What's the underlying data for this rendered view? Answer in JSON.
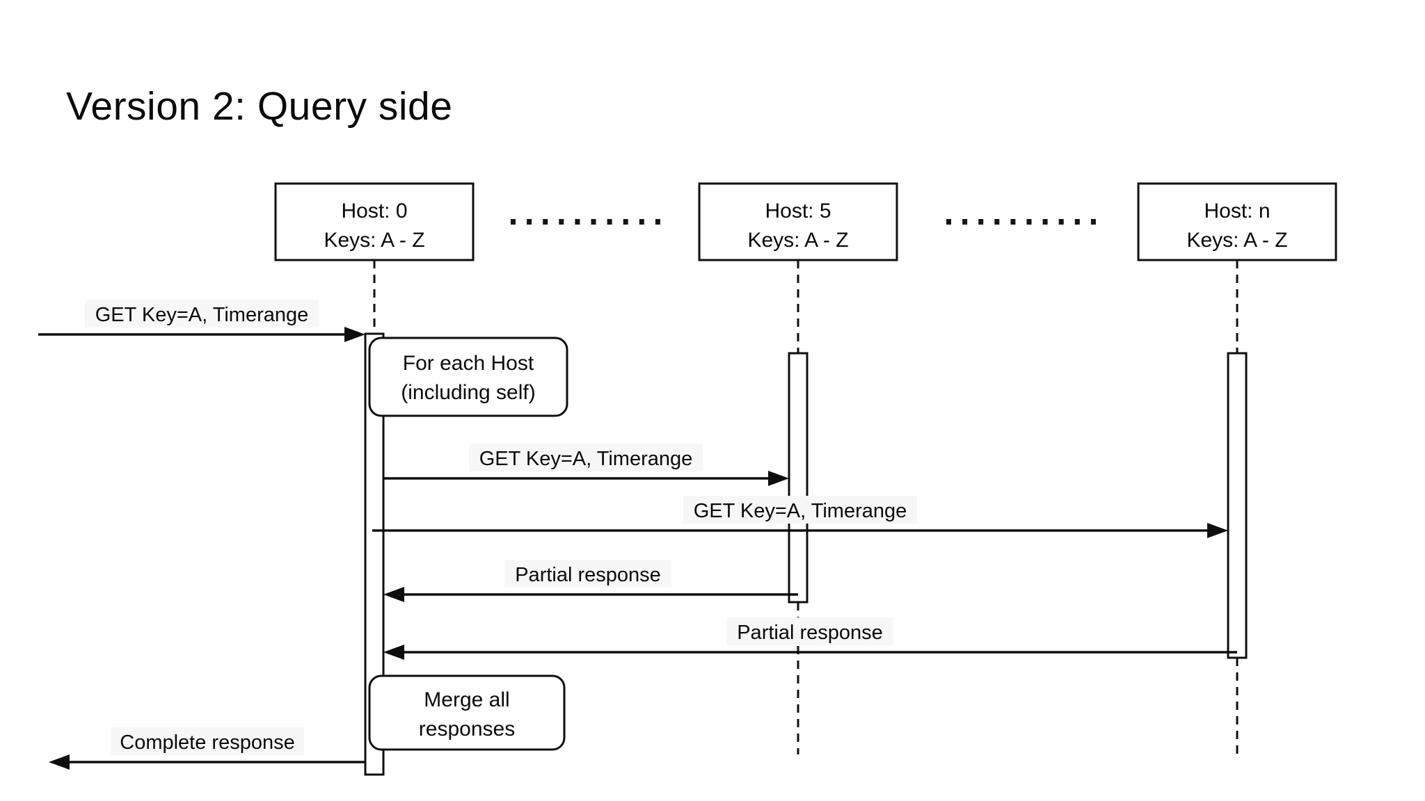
{
  "title": "Version 2: Query side",
  "colors": {
    "ink": "#0e0e0e",
    "background": "#ffffff",
    "label_background": "#f7f7f7"
  },
  "hosts": [
    {
      "line1": "Host: 0",
      "line2": "Keys: A - Z"
    },
    {
      "line1": "Host: 5",
      "line2": "Keys: A - Z"
    },
    {
      "line1": "Host: n",
      "line2": "Keys: A - Z"
    }
  ],
  "messages": [
    {
      "label": "GET Key=A, Timerange",
      "from": "client",
      "to": "Host 0",
      "direction": "right"
    },
    {
      "label": "GET Key=A, Timerange",
      "from": "Host 0",
      "to": "Host 5",
      "direction": "right"
    },
    {
      "label": "GET Key=A, Timerange",
      "from": "Host 0",
      "to": "Host n",
      "direction": "right"
    },
    {
      "label": "Partial response",
      "from": "Host 5",
      "to": "Host 0",
      "direction": "left"
    },
    {
      "label": "Partial response",
      "from": "Host n",
      "to": "Host 0",
      "direction": "left"
    },
    {
      "label": "Complete response",
      "from": "Host 0",
      "to": "client",
      "direction": "left"
    }
  ],
  "notes": [
    {
      "line1": "For each Host",
      "line2": "(including self)"
    },
    {
      "line1": "Merge all",
      "line2": "responses"
    }
  ]
}
